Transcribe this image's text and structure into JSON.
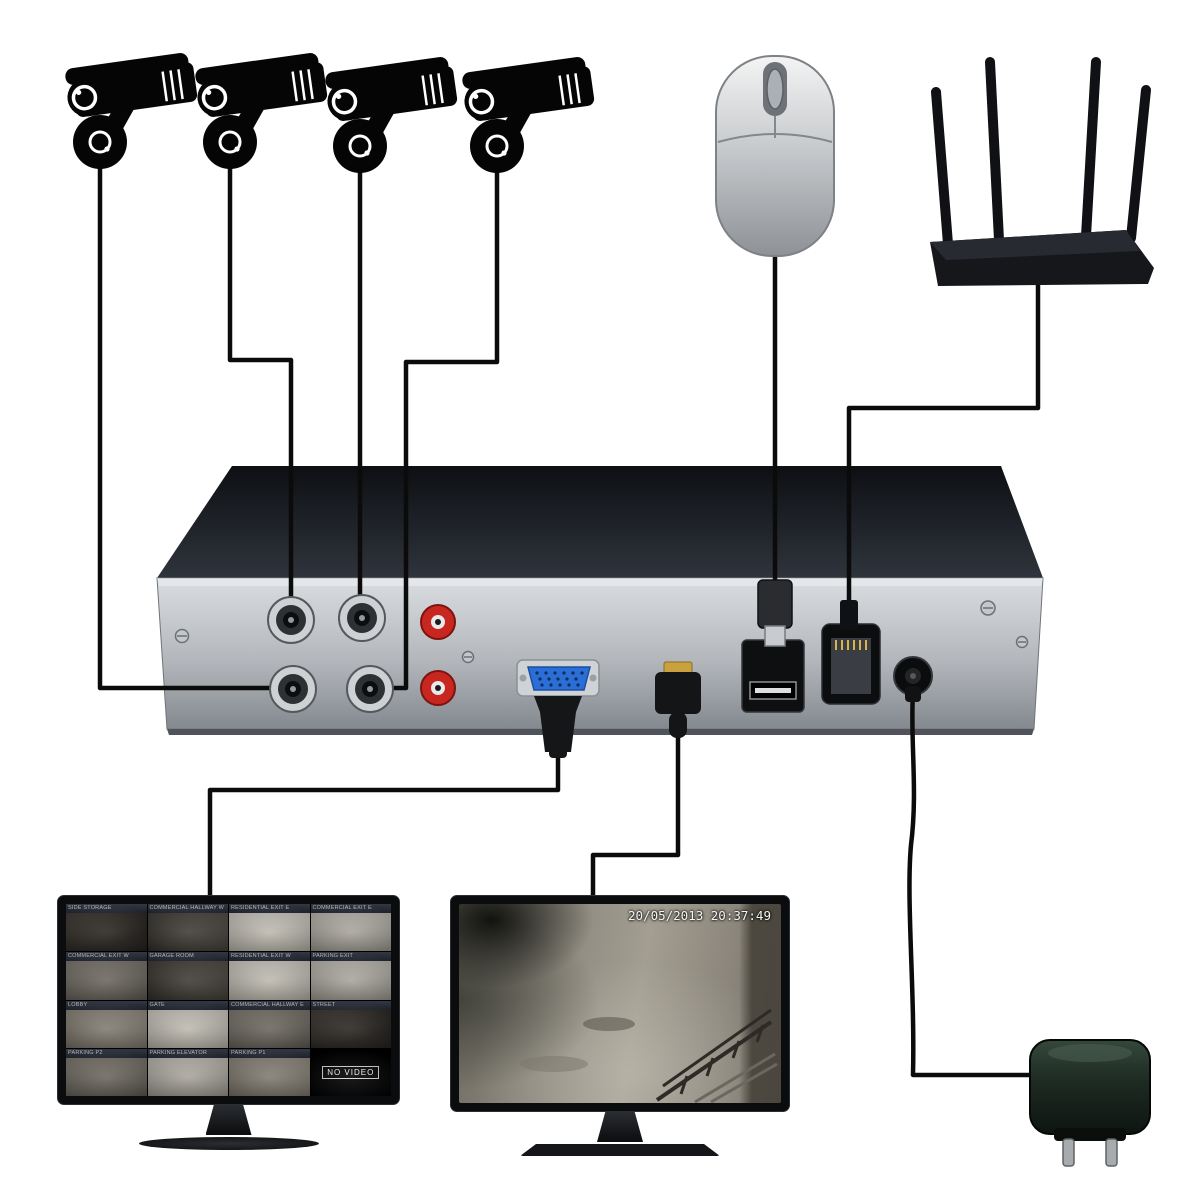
{
  "scene": {
    "description": "CCTV DVR kit connection diagram"
  },
  "colors": {
    "wire": "#0b0b0b",
    "dvr_front": "#b6bac0",
    "dvr_top": "#1b1e24",
    "rca_red": "#c8271f",
    "vga_blue": "#2b6fd6",
    "mouse_gray": "#c9cccf",
    "router_black": "#15171b",
    "adapter_green": "#23362b"
  },
  "devices": {
    "cameras": [
      "camera-1",
      "camera-2",
      "camera-3",
      "camera-4"
    ],
    "mouse": "usb-mouse",
    "router": "wifi-router",
    "dvr": "dvr-recorder",
    "monitor_multi": "cctv-multiview-monitor",
    "monitor_single": "cctv-single-view-monitor",
    "power_adapter": "power-adapter"
  },
  "multiview": {
    "cells": [
      "SIDE STORAGE",
      "COMMERCIAL HALLWAY W",
      "RESIDENTIAL EXIT E",
      "COMMERCIAL EXIT E",
      "COMMERCIAL EXIT W",
      "GARAGE ROOM",
      "RESIDENTIAL EXIT W",
      "PARKING EXIT",
      "LOBBY",
      "GATE",
      "COMMERCIAL HALLWAY E",
      "STREET",
      "PARKING P2",
      "PARKING ELEVATOR",
      "PARKING P1",
      ""
    ],
    "no_video_label": "NO VIDEO"
  },
  "singleview": {
    "timestamp": "20/05/2013 20:37:49"
  }
}
